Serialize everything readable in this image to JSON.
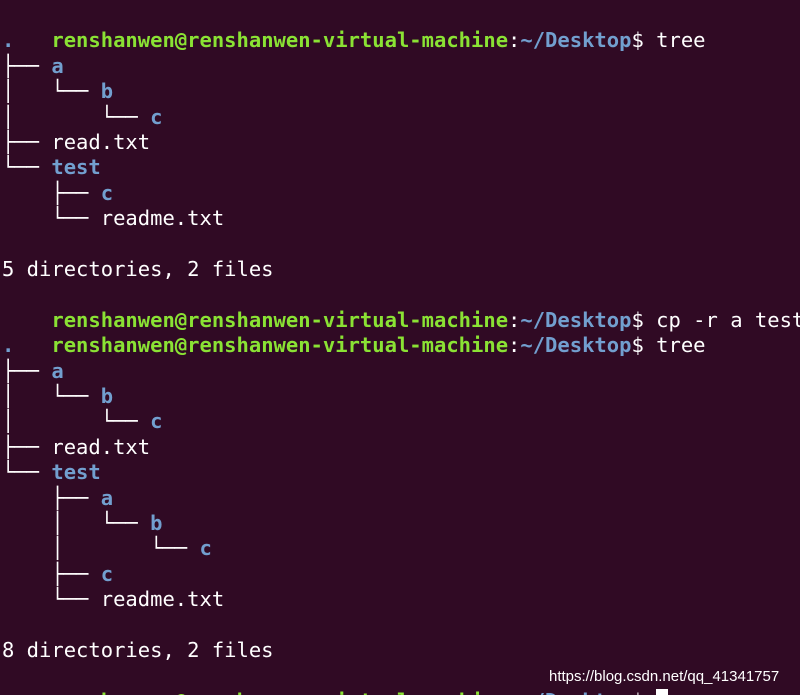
{
  "prompt": {
    "userhost": "renshanwen@renshanwen-virtual-machine",
    "colon": ":",
    "path": "~/Desktop",
    "dollar": "$ "
  },
  "commands": {
    "tree_1": "tree",
    "cp": "cp -r a test",
    "tree_2": "tree"
  },
  "tree_before": {
    "root": ".",
    "entries": [
      {
        "prefix": "├── ",
        "name": "a",
        "kind": "dir"
      },
      {
        "prefix": "│   └── ",
        "name": "b",
        "kind": "dir"
      },
      {
        "prefix": "│       └── ",
        "name": "c",
        "kind": "dir"
      },
      {
        "prefix": "├── ",
        "name": "read.txt",
        "kind": "file"
      },
      {
        "prefix": "└── ",
        "name": "test",
        "kind": "dir"
      },
      {
        "prefix": "    ├── ",
        "name": "c",
        "kind": "dir"
      },
      {
        "prefix": "    └── ",
        "name": "readme.txt",
        "kind": "file"
      }
    ],
    "summary": "5 directories, 2 files"
  },
  "tree_after": {
    "root": ".",
    "entries": [
      {
        "prefix": "├── ",
        "name": "a",
        "kind": "dir"
      },
      {
        "prefix": "│   └── ",
        "name": "b",
        "kind": "dir"
      },
      {
        "prefix": "│       └── ",
        "name": "c",
        "kind": "dir"
      },
      {
        "prefix": "├── ",
        "name": "read.txt",
        "kind": "file"
      },
      {
        "prefix": "└── ",
        "name": "test",
        "kind": "dir"
      },
      {
        "prefix": "    ├── ",
        "name": "a",
        "kind": "dir"
      },
      {
        "prefix": "    │   └── ",
        "name": "b",
        "kind": "dir"
      },
      {
        "prefix": "    │       └── ",
        "name": "c",
        "kind": "dir"
      },
      {
        "prefix": "    ├── ",
        "name": "c",
        "kind": "dir"
      },
      {
        "prefix": "    └── ",
        "name": "readme.txt",
        "kind": "file"
      }
    ],
    "summary": "8 directories, 2 files"
  },
  "watermark": "https://blog.csdn.net/qq_41341757",
  "colors": {
    "background": "#300a24",
    "prompt_user": "#8ae234",
    "prompt_path": "#729fcf",
    "directory": "#729fcf",
    "text": "#ffffff"
  }
}
